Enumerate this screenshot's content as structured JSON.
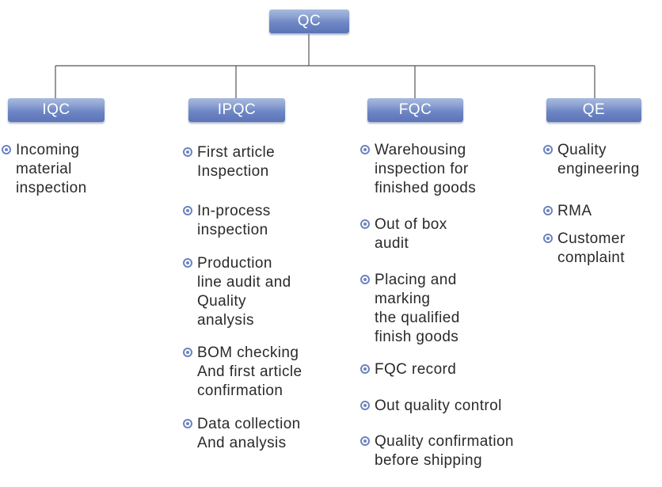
{
  "root": {
    "label": "QC"
  },
  "branches": [
    {
      "label": "IQC",
      "items": [
        "Incoming\nmaterial\ninspection"
      ]
    },
    {
      "label": "IPQC",
      "items": [
        "First article\nInspection",
        "In-process\ninspection",
        "Production\nline audit and\nQuality\nanalysis",
        "BOM checking\nAnd first article\nconfirmation",
        "Data collection\nAnd analysis"
      ]
    },
    {
      "label": "FQC",
      "items": [
        "Warehousing\ninspection for\nfinished goods",
        "Out of box\naudit",
        "Placing and\nmarking\nthe qualified\nfinish goods",
        "FQC record",
        "Out quality control",
        "Quality confirmation\nbefore shipping"
      ]
    },
    {
      "label": "QE",
      "items": [
        "Quality\nengineering",
        "RMA",
        "Customer\ncomplaint"
      ]
    }
  ],
  "colors": {
    "box_fill": "#7088c5",
    "connector": "#555555",
    "bullet": "#6b83c0",
    "text": "#2a2a2a"
  },
  "icons": {
    "bullet": "circle-dot-icon"
  }
}
